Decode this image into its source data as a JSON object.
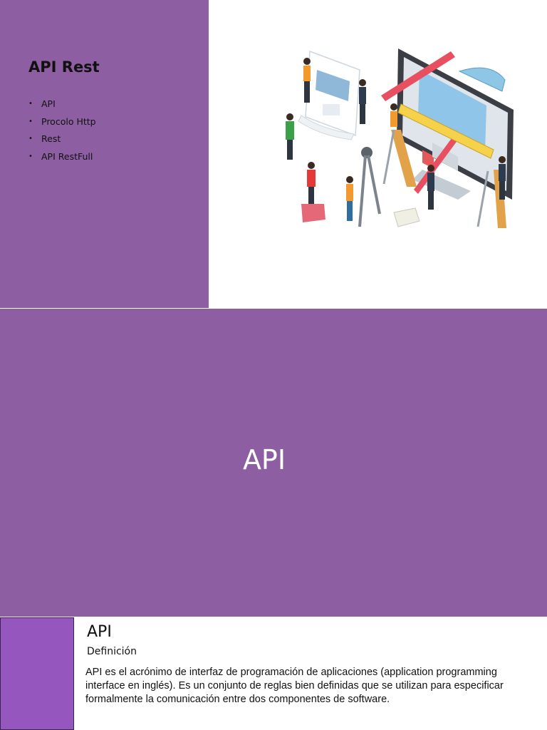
{
  "slide1": {
    "title": "API Rest",
    "bullets": [
      "API",
      "Procolo Http",
      "Rest",
      "API RestFull"
    ],
    "panel_color": "#8d5ea2",
    "illustration_icon": "team-building-website-illustration"
  },
  "slide2": {
    "title": "API",
    "background_color": "#8d5ea2"
  },
  "slide3": {
    "title": "API",
    "subtitle": "Definición",
    "body": "API es el acrónimo de interfaz de programación de aplicaciones (application programming interface en inglés). Es un conjunto de reglas bien definidas que se utilizan para especificar formalmente la comunicación entre dos componentes de software.",
    "side_color": "#9556bd"
  }
}
